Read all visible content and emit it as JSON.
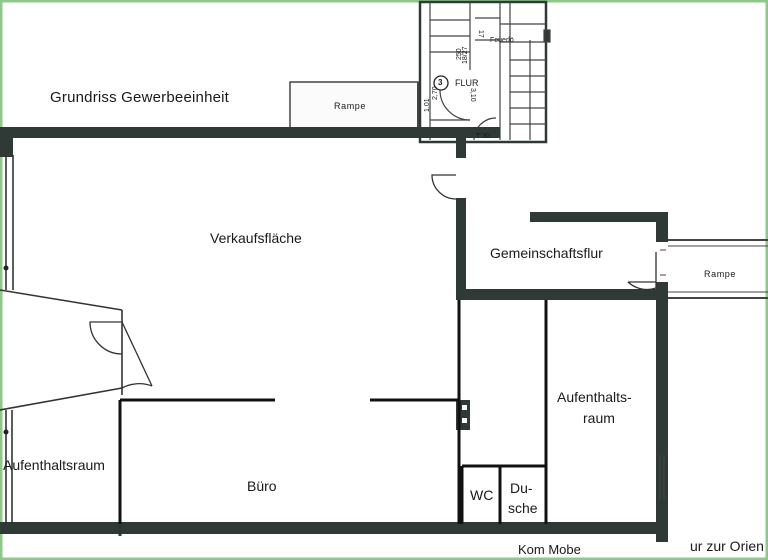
{
  "plan": {
    "title": "Grundriss Gewerbeeinheit",
    "rooms": {
      "verkaufsflaeche": "Verkaufsfläche",
      "gemeinschaftsflur": "Gemeinschaftsflur",
      "aufenthaltsraum_left": "Aufenthaltsraum",
      "buero": "Büro",
      "aufenthaltsraum_right_line1": "Aufenthalts-",
      "aufenthaltsraum_right_line2": "raum",
      "wc": "WC",
      "dusche_line1": "Du-",
      "dusche_line2": "sche"
    },
    "ramps": {
      "top": "Rampe",
      "right": "Rampe"
    },
    "stair": {
      "flur_label": "FLUR",
      "flur_number": "3",
      "feuerloescher": "Feuerlö",
      "dim_a": "3,10",
      "dim_b": "2,70",
      "dim_c": "1,01",
      "door_code": "T 30",
      "step_a": "250",
      "step_b": "17",
      "step_c": "18/27"
    },
    "bottom_text": {
      "left": "Kom Mobe",
      "right": "ur zur Orien"
    },
    "colors": {
      "wall": "#2f3a36",
      "thin_line": "#444444",
      "border": "#8ec98a"
    }
  }
}
